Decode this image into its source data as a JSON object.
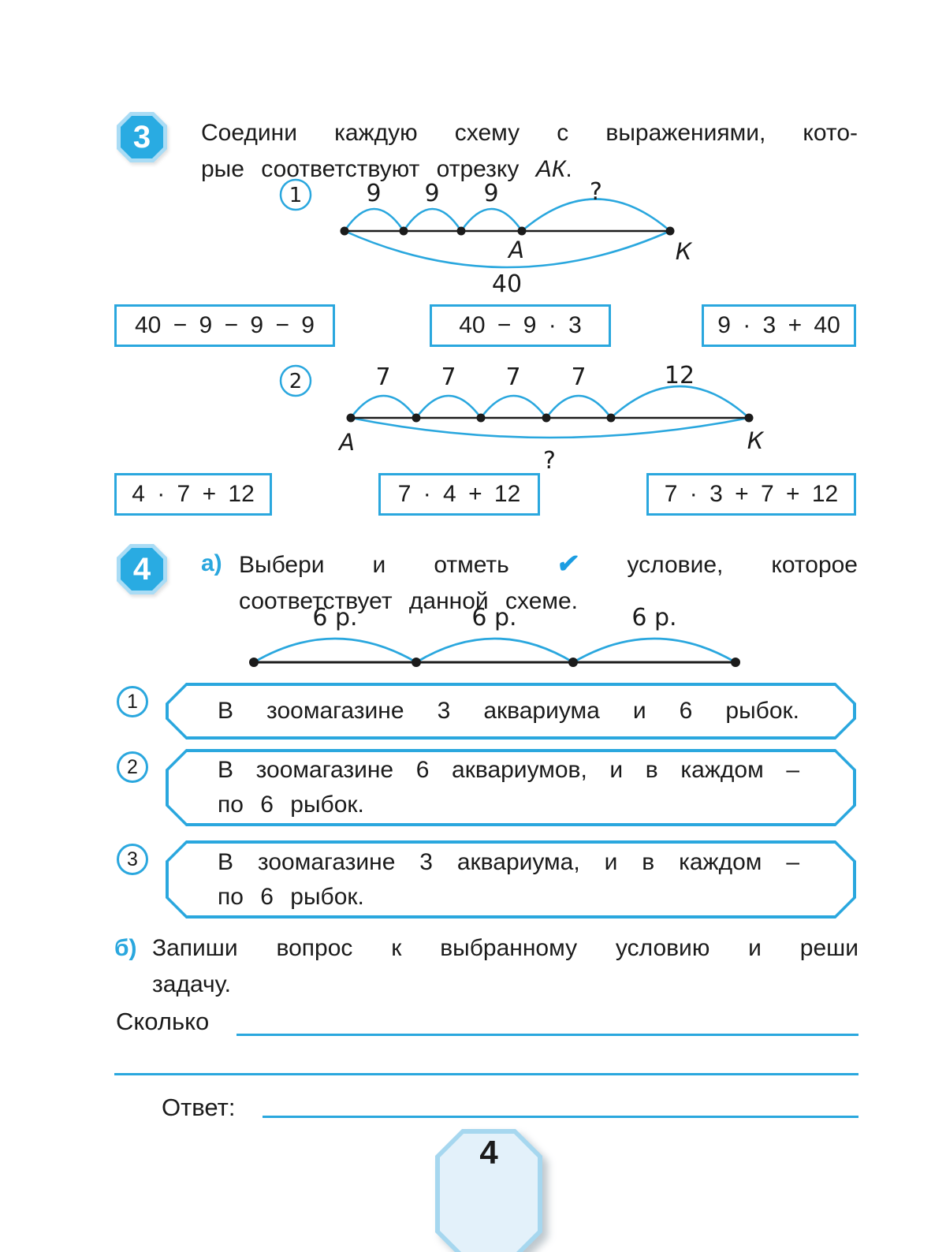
{
  "page": {
    "number": "4"
  },
  "colors": {
    "accent": "#2AA7DE",
    "badge_fill": "#29ABE2",
    "badge_border": "#AADCF5",
    "check": "#1B9DE2",
    "footer_fill": "#E3F1FA",
    "footer_border": "#A6D7EF",
    "ink": "#1B1B1B"
  },
  "task3": {
    "badge": "3",
    "instruction": {
      "line1": "Соедини каждую схему с выражениями, кото-",
      "line2_prefix": "рые соответствуют отрезку",
      "line2_segment": "АК",
      "line2_suffix": "."
    },
    "scheme1": {
      "number": "1",
      "arc1": "9",
      "arc2": "9",
      "arc3": "9",
      "arc4": "?",
      "label_a": "А",
      "label_k": "К",
      "total": "40"
    },
    "expressions_row1": [
      "40 − 9 − 9 − 9",
      "40 − 9 · 3",
      "9 · 3 + 40"
    ],
    "scheme2": {
      "number": "2",
      "arc1": "7",
      "arc2": "7",
      "arc3": "7",
      "arc4": "7",
      "arc5": "12",
      "label_a": "А",
      "label_k": "К",
      "total": "?"
    },
    "expressions_row2": [
      "4 · 7 + 12",
      "7 · 4 + 12",
      "7 · 3 + 7 + 12"
    ]
  },
  "task4": {
    "badge": "4",
    "part_a": {
      "label": "а)",
      "before_check": "Выбери и отметь",
      "check": "✔",
      "after_check": "условие, которое",
      "line2": "соответствует данной схеме.",
      "scheme": {
        "arc1": "6 р.",
        "arc2": "6 р.",
        "arc3": "6 р."
      },
      "options": [
        {
          "number": "1",
          "line1": "В зоомагазине 3 аквариума и 6 рыбок.",
          "line2": ""
        },
        {
          "number": "2",
          "line1": "В зоомагазине 6 аквариумов, и в каждом –",
          "line2": "по 6 рыбок."
        },
        {
          "number": "3",
          "line1": "В зоомагазине 3 аквариума, и в каждом –",
          "line2": "по 6 рыбок."
        }
      ]
    },
    "part_b": {
      "label": "б)",
      "line1": "Запиши вопрос к выбранному условию и реши",
      "line2": "задачу.",
      "question_prompt": "Сколько",
      "answer_label": "Ответ:"
    }
  }
}
